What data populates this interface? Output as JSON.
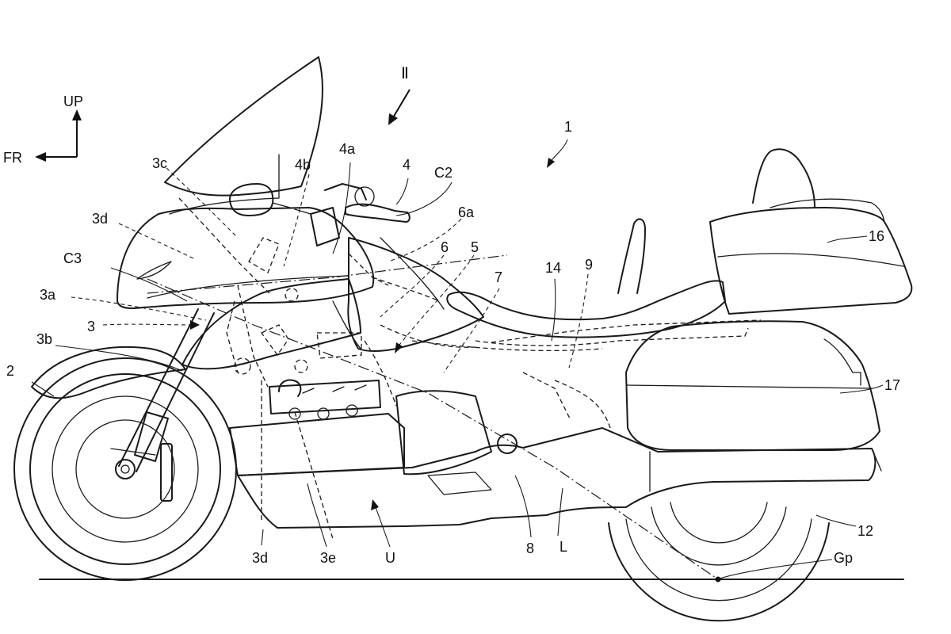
{
  "direction_indicator": {
    "up_label": "UP",
    "front_label": "FR"
  },
  "view_marker": {
    "label": "Ⅱ"
  },
  "labels": {
    "motorcycle": "1",
    "front_wheel": "2",
    "steering_unit": "3",
    "part_3a": "3a",
    "part_3b": "3b",
    "part_3c": "3c",
    "part_3d_upper": "3d",
    "part_3d_lower": "3d",
    "part_3e": "3e",
    "handlebar": "4",
    "part_4a": "4a",
    "part_4b": "4b",
    "part_5": "5",
    "part_6": "6",
    "part_6a": "6a",
    "part_7": "7",
    "part_8": "8",
    "part_9": "9",
    "rear_wheel": "12",
    "seat": "14",
    "top_box": "16",
    "side_case": "17",
    "axis_c2": "C2",
    "axis_c3": "C3",
    "ground_point": "Gp",
    "line_l": "L",
    "part_u": "U"
  }
}
